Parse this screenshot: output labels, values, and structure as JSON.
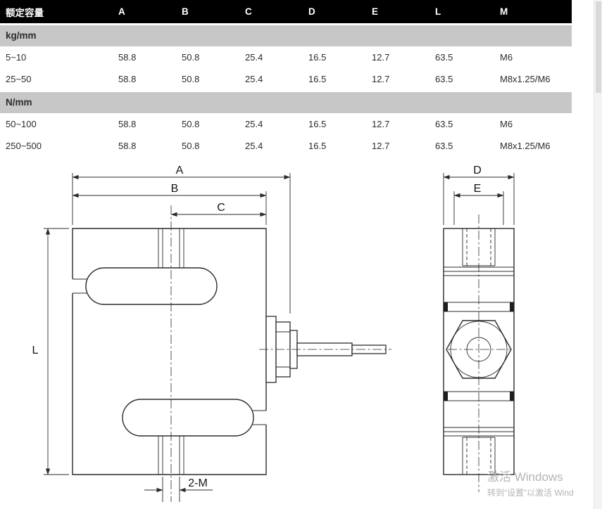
{
  "table": {
    "headers": [
      "额定容量",
      "A",
      "B",
      "C",
      "D",
      "E",
      "L",
      "M"
    ],
    "sections": [
      {
        "label": "kg/mm",
        "rows": [
          [
            "5~10",
            "58.8",
            "50.8",
            "25.4",
            "16.5",
            "12.7",
            "63.5",
            "M6"
          ],
          [
            "25~50",
            "58.8",
            "50.8",
            "25.4",
            "16.5",
            "12.7",
            "63.5",
            "M8x1.25/M6"
          ]
        ]
      },
      {
        "label": "N/mm",
        "rows": [
          [
            "50~100",
            "58.8",
            "50.8",
            "25.4",
            "16.5",
            "12.7",
            "63.5",
            "M6"
          ],
          [
            "250~500",
            "58.8",
            "50.8",
            "25.4",
            "16.5",
            "12.7",
            "63.5",
            "M8x1.25/M6"
          ]
        ]
      }
    ]
  },
  "drawing": {
    "dim_labels": {
      "a": "A",
      "b": "B",
      "c": "C",
      "l": "L",
      "m": "2-M",
      "d": "D",
      "e": "E"
    }
  },
  "watermark": {
    "line1": "激活 Windows",
    "line2": "转到“设置”以激活 Wind"
  },
  "colors": {
    "header_bg": "#000000",
    "header_text": "#ffffff",
    "section_bg": "#c7c7c7",
    "drawing_line": "#2b2b2b",
    "watermark_text": "#b4b4b4"
  }
}
